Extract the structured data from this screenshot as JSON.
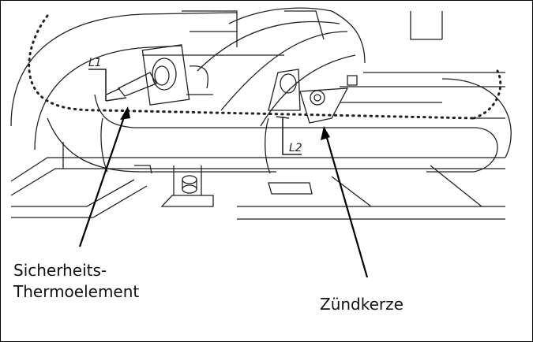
{
  "labels": {
    "thermocouple_line1": "Sicherheits-",
    "thermocouple_line2": "Thermoelement",
    "spark_plug": "Zündkerze",
    "l1": "L1",
    "l2": "L2"
  },
  "colors": {
    "line": "#222222",
    "background": "#ffffff",
    "frame": "#000000"
  }
}
